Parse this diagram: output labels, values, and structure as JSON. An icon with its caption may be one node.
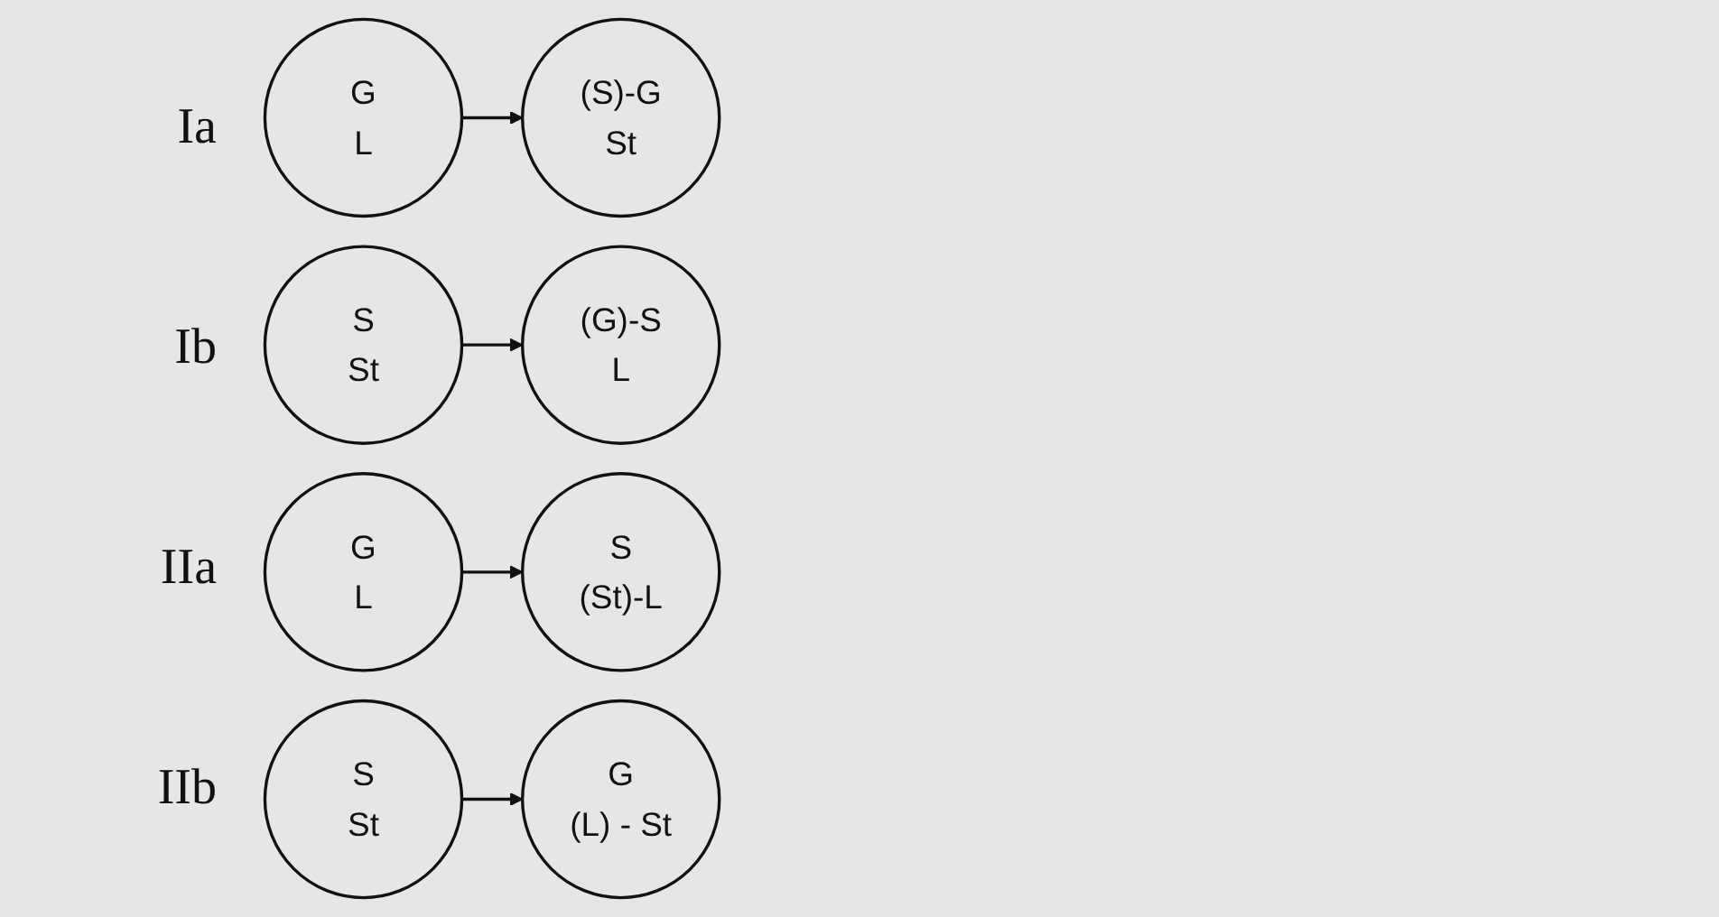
{
  "diagram": {
    "nodes": [
      {
        "text": [
          "G",
          "L"
        ]
      },
      {
        "text": [
          "(S)-G",
          "St"
        ]
      },
      {
        "text": [
          "S",
          "St"
        ]
      },
      {
        "text": [
          "(G)-S",
          "L"
        ]
      },
      {
        "text": [
          "G",
          "L"
        ]
      },
      {
        "text": [
          "S",
          "(St)-L"
        ]
      },
      {
        "text": [
          "S",
          "St"
        ]
      },
      {
        "text": [
          "G",
          "(L) - St"
        ]
      }
    ],
    "edges": [
      {
        "from": 0,
        "to": 1,
        "arrow": "to"
      },
      {
        "from": 2,
        "to": 3,
        "arrow": "to"
      },
      {
        "from": 4,
        "to": 5,
        "arrow": "to"
      },
      {
        "from": 6,
        "to": 7,
        "arrow": "to"
      }
    ],
    "labels": [
      "Ia",
      "Ib",
      "IIa",
      "IIb"
    ]
  }
}
